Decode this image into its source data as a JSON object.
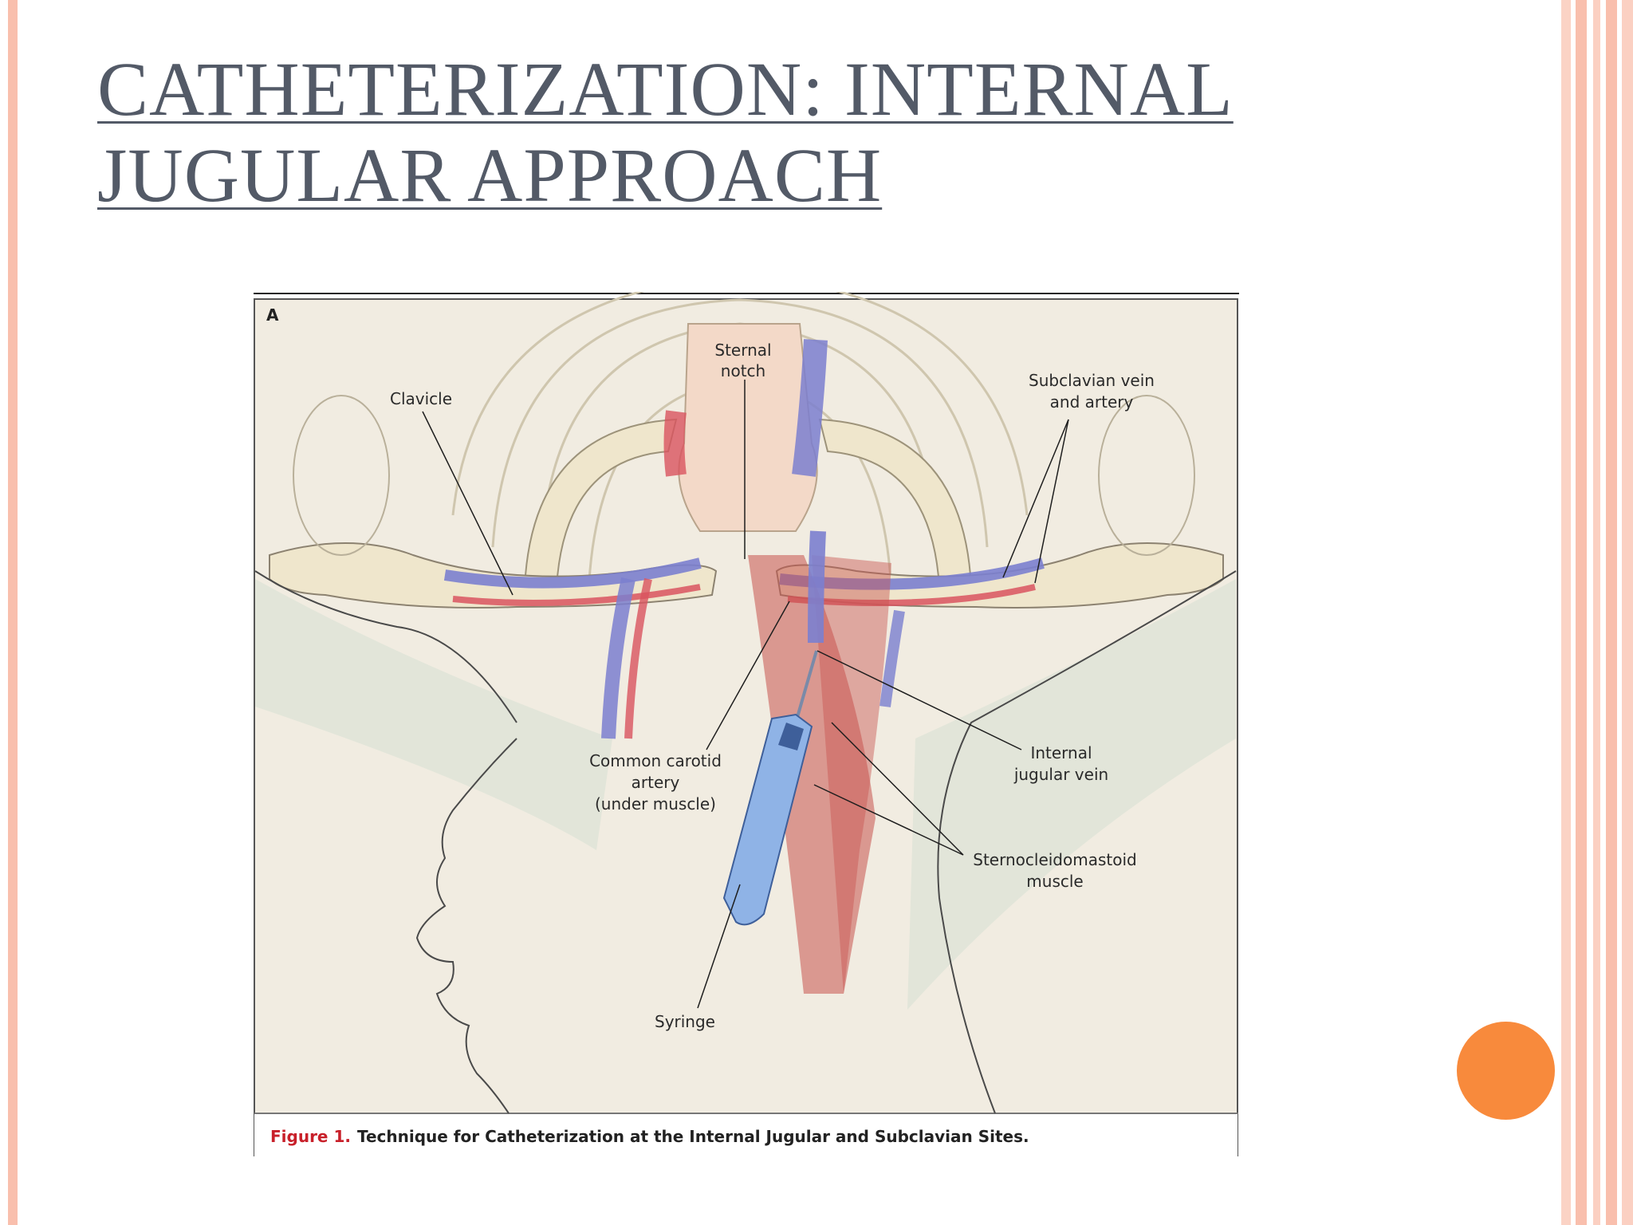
{
  "slide": {
    "title_line1": "CATHETERIZATION: INTERNAL",
    "title_line2": "JUGULAR APPROACH"
  },
  "figure": {
    "panel_letter": "A",
    "labels": {
      "sternal_notch_1": "Sternal",
      "sternal_notch_2": "notch",
      "clavicle": "Clavicle",
      "subclavian_1": "Subclavian vein",
      "subclavian_2": "and artery",
      "internal_jugular_1": "Internal",
      "internal_jugular_2": "jugular vein",
      "carotid_1": "Common carotid",
      "carotid_2": "artery",
      "carotid_3": "(under muscle)",
      "scm_1": "Sternocleidomastoid",
      "scm_2": "muscle",
      "syringe": "Syringe"
    },
    "caption_prefix": "Figure 1.",
    "caption_text": "Technique for Catheterization at the Internal Jugular and Subclavian Sites."
  },
  "colors": {
    "title": "#535a67",
    "stripe": "#f9bfad",
    "accent_dot": "#f88a3c",
    "vein": "#7b7fcf",
    "artery": "#d9545f",
    "muscle": "#c7544f",
    "bone": "#efe6cc",
    "figure_bg": "#f1ece1"
  }
}
